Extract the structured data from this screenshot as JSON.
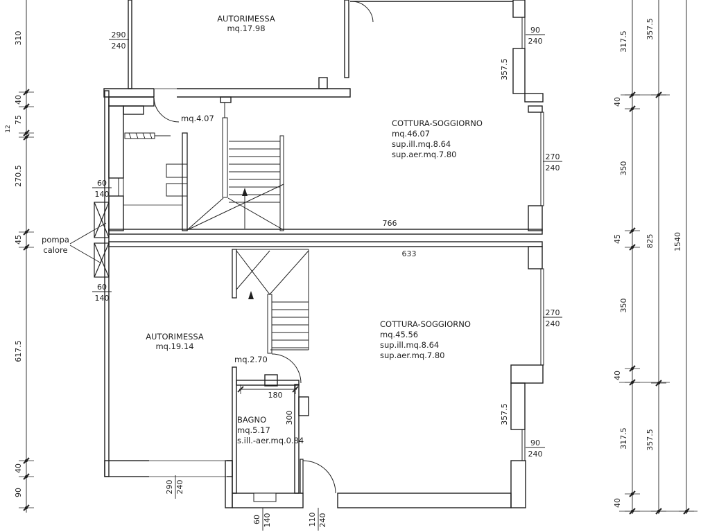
{
  "plan": {
    "rooms": {
      "garage_top": {
        "name": "AUTORIMESSA",
        "area": "mq.17.98"
      },
      "vestibule": {
        "area": "mq.4.07"
      },
      "living_top": {
        "name": "COTTURA-SOGGIORNO",
        "area": "mq.46.07",
        "ill": "sup.ill.mq.8.64",
        "aer": "sup.aer.mq.7.80"
      },
      "living_bottom": {
        "name": "COTTURA-SOGGIORNO",
        "area": "mq.45.56",
        "ill": "sup.ill.mq.8.64",
        "aer": "sup.aer.mq.7.80"
      },
      "garage_bottom": {
        "name": "AUTORIMESSA",
        "area": "mq.19.14"
      },
      "hall": {
        "area": "mq.2.70"
      },
      "bagno": {
        "name": "BAGNO",
        "area": "mq.5.17",
        "ill_aer": "s.ill.-aer.mq.0.84"
      },
      "heat_pump": {
        "line1": "pompa",
        "line2": "calore"
      }
    },
    "dims": {
      "left": {
        "d310": "310",
        "d40a": "40",
        "d75": "75",
        "d12": "12",
        "d270_5": "270.5",
        "d45": "45",
        "d617_5": "617.5",
        "d40b": "40",
        "d90": "90"
      },
      "right_a": {
        "d317a": "317.5",
        "d40a": "40",
        "d350a": "350",
        "d45": "45",
        "d350b": "350",
        "d40b": "40",
        "d317b": "317.5",
        "d40c": "40"
      },
      "right_b": {
        "d357a": "357.5",
        "d825": "825",
        "d357b": "357.5"
      },
      "right_c": {
        "d1540": "1540"
      },
      "walls": {
        "top_right": "357.5",
        "bottom_right": "357.5"
      },
      "interior": {
        "w766": "766",
        "w633": "633",
        "w180": "180",
        "h300": "300"
      },
      "openings": {
        "garage_top": {
          "w": "290",
          "h": "240"
        },
        "hp_top": {
          "w": "60",
          "h": "140"
        },
        "hp_bot": {
          "w": "60",
          "h": "140"
        },
        "win90_top": {
          "w": "90",
          "h": "240"
        },
        "win270_top": {
          "w": "270",
          "h": "240"
        },
        "win270_bot": {
          "w": "270",
          "h": "240"
        },
        "win90_bot": {
          "w": "90",
          "h": "240"
        },
        "garage_bot": {
          "w": "290",
          "h": "240"
        },
        "bagno_win": {
          "w": "60",
          "h": "140"
        },
        "entry": {
          "w": "110",
          "h": "240"
        }
      }
    }
  }
}
